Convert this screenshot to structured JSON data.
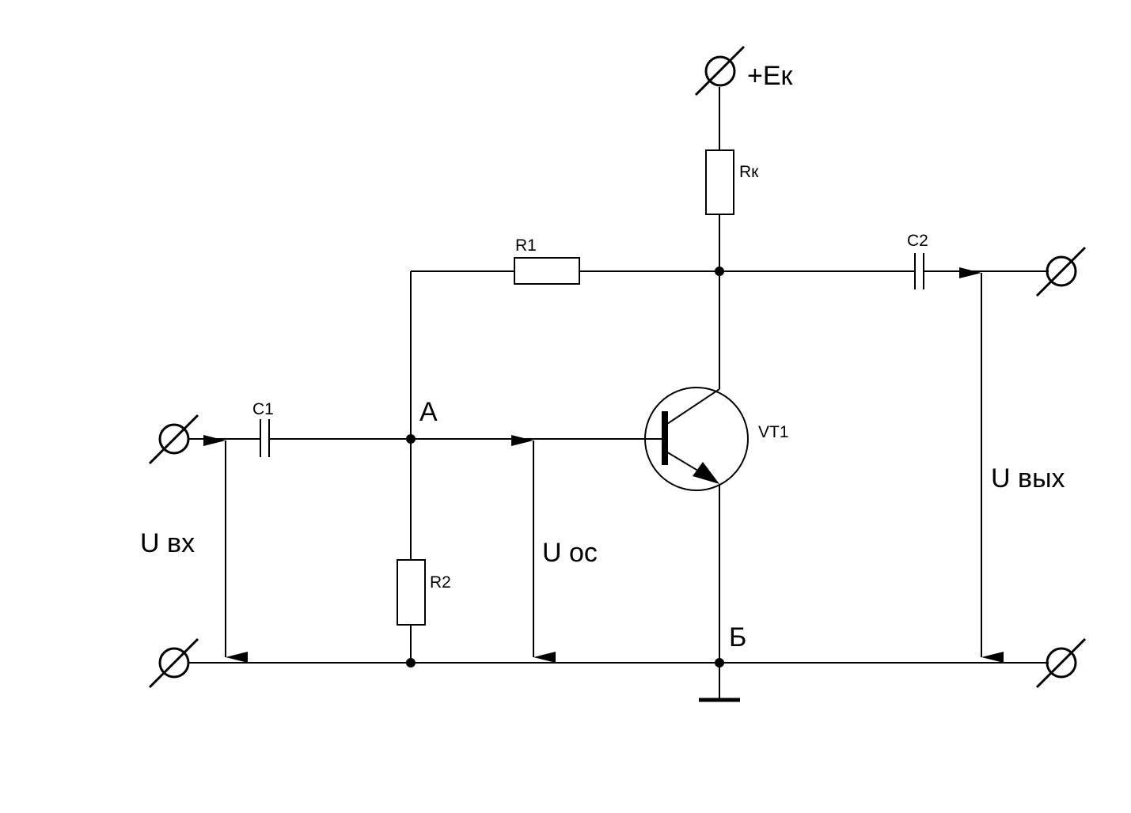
{
  "labels": {
    "supply": "+Eк",
    "rk": "Rк",
    "r1": "R1",
    "r2": "R2",
    "c1": "C1",
    "c2": "C2",
    "transistor": "VT1",
    "node_a": "А",
    "node_b": "Б",
    "u_in": "U вх",
    "u_fb": "U ос",
    "u_out": "U вых"
  },
  "colors": {
    "line": "#000000",
    "background": "#ffffff"
  }
}
